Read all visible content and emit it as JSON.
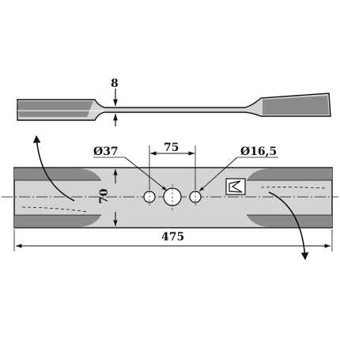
{
  "dimensions": {
    "thickness": "8",
    "width": "70",
    "hole_large_diameter": "Ø37",
    "hole_spacing": "75",
    "hole_small_diameter": "Ø16,5",
    "length": "475"
  },
  "colors": {
    "blade_fill": "#d4d4d4",
    "blade_dark": "#8a8a8a",
    "outline": "#111111"
  },
  "icons": {
    "logo": "stylized-blade-logo",
    "rotation": "curved-arrow"
  }
}
